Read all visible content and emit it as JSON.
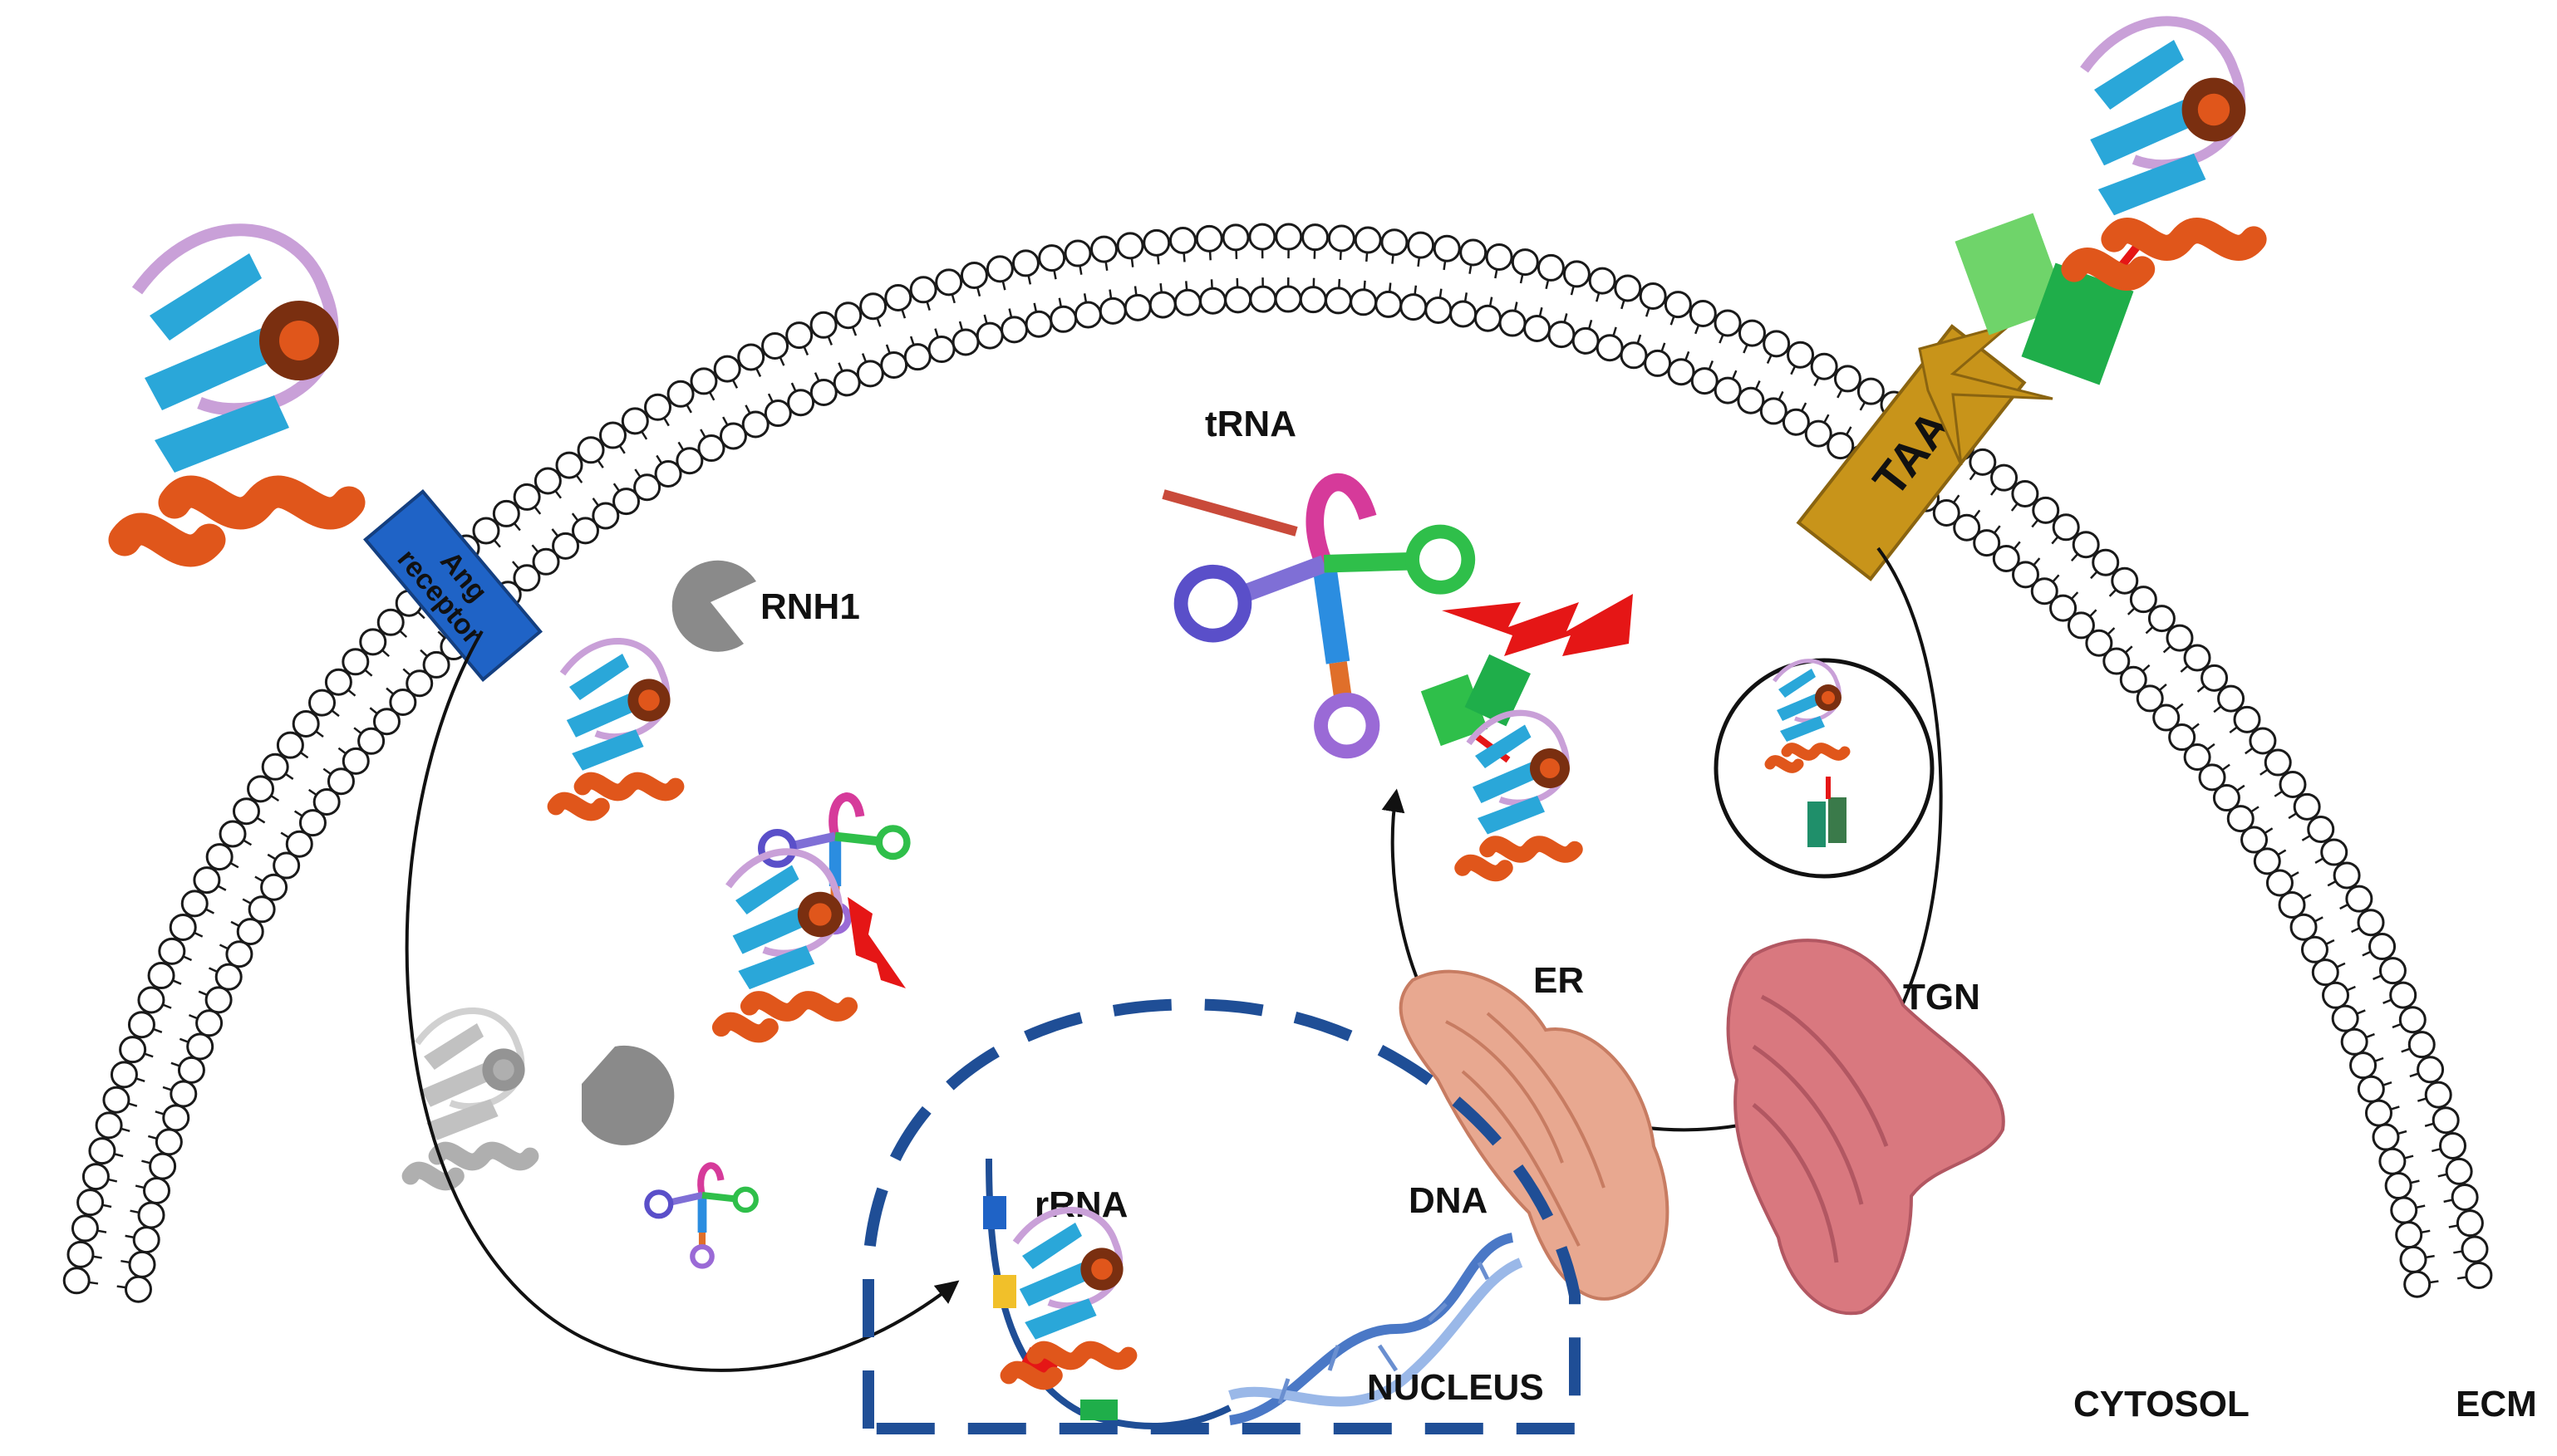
{
  "labels": {
    "trna": "tRNA",
    "rnh1": "RNH1",
    "taa": "TAA",
    "ang_receptor_line1": "Ang",
    "ang_receptor_line2": "receptor",
    "er": "ER",
    "tgn": "TGN",
    "rrna": "rRNA",
    "dna": "DNA",
    "nucleus": "NUCLEUS",
    "cytosol": "CYTOSOL",
    "ecm": "ECM"
  },
  "colors": {
    "membrane_stroke": "#1a1a1a",
    "membrane_fill": "#ffffff",
    "receptor_blue": "#1f63c6",
    "taa_gold": "#c8941a",
    "nucleus_dash": "#1f4e96",
    "helix_orange": "#e0561b",
    "strand_cyan": "#2aa7d9",
    "inhibitor_gray": "#8a8a8a",
    "cleavage_red": "#e51616",
    "linker_green": "#2fbf4a",
    "er_peach": "#e8a890",
    "tgn_pink": "#d9787f"
  },
  "icons": {
    "rnh1": "pacman-inhibitor-icon",
    "cleavage": "lightning-bolt-icon",
    "trna": "cloverleaf-trna-icon",
    "protein": "ribbon-protein-icon"
  }
}
